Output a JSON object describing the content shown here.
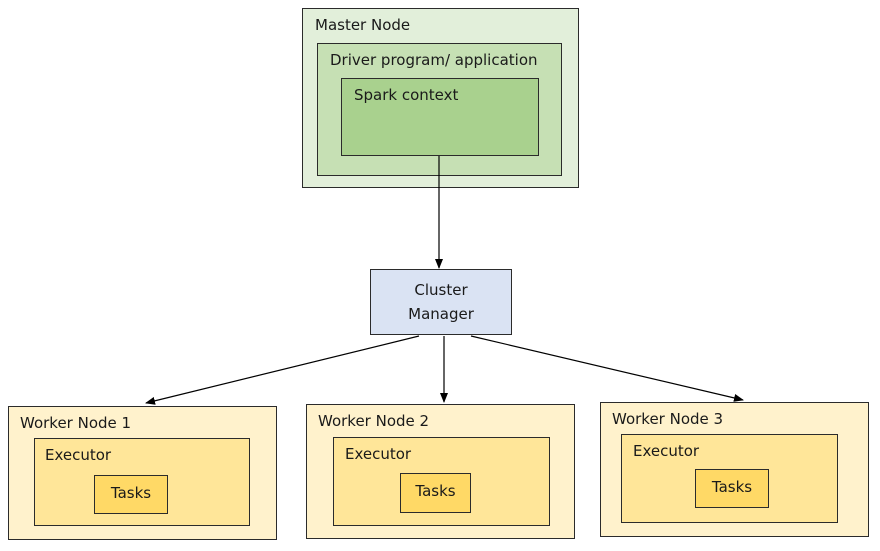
{
  "master": {
    "title": "Master Node",
    "driver": {
      "title": "Driver program/ application",
      "context": "Spark context"
    }
  },
  "cluster_manager": {
    "label": "Cluster\nManager"
  },
  "workers": [
    {
      "title": "Worker Node 1",
      "executor": "Executor",
      "tasks": "Tasks"
    },
    {
      "title": "Worker Node 2",
      "executor": "Executor",
      "tasks": "Tasks"
    },
    {
      "title": "Worker Node 3",
      "executor": "Executor",
      "tasks": "Tasks"
    }
  ],
  "colors": {
    "master": "#e2efda",
    "driver": "#c6e0b4",
    "spark_context": "#a9d18e",
    "cluster_manager": "#dae3f3",
    "worker": "#fff2cc",
    "executor": "#ffe699",
    "tasks": "#ffd966"
  }
}
